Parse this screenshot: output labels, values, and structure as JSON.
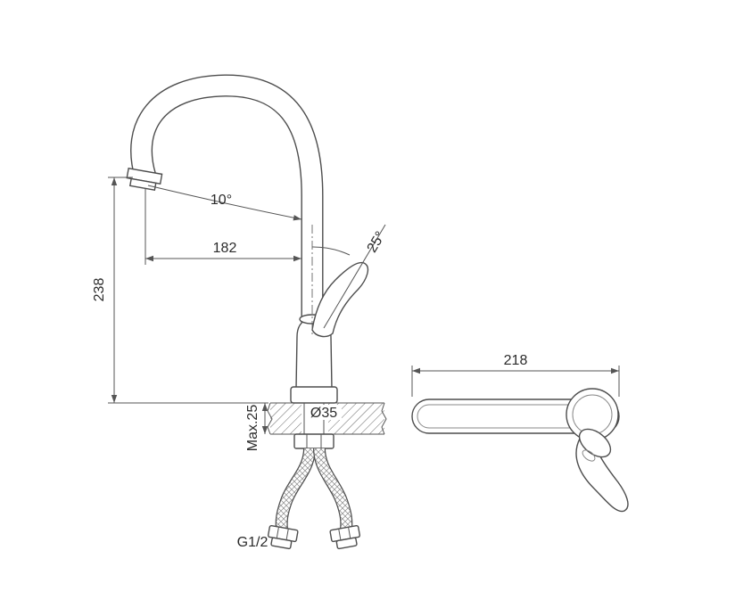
{
  "title": "Kitchen faucet installation drawing",
  "colors": {
    "line": "#4d4d4d",
    "dimension": "#555555"
  },
  "drawing": {
    "dimensions": {
      "spout_outlet_angle": "10°",
      "handle_angle": "25°",
      "spout_reach": "182",
      "total_height": "238",
      "spout_length": "218",
      "max_mount_thickness": "Max.25",
      "hole_diameter": "Ø35",
      "connection_thread": "G1/2"
    }
  }
}
